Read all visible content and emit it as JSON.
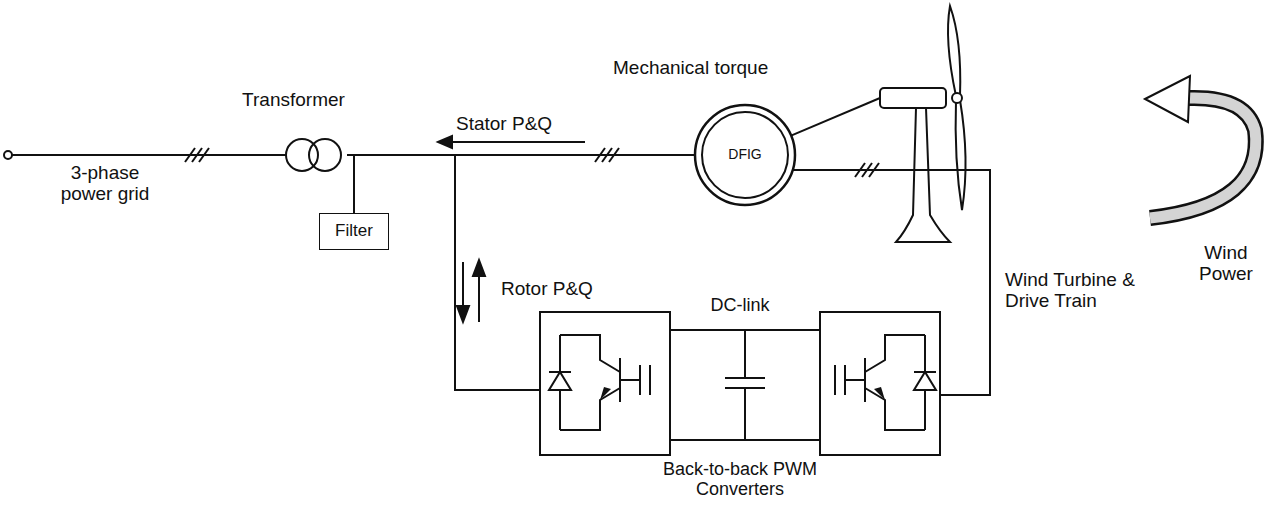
{
  "diagram": {
    "nodes": [
      {
        "text": [
          "Transformer"
        ]
      },
      {
        "text": [
          "Filter"
        ]
      },
      {
        "text": [
          "DFIG"
        ]
      },
      {
        "text": [
          "DC-link",
          "Back-to-back PWM Converters"
        ]
      },
      {
        "text": [
          "Wind Turbine & Drive Train"
        ]
      }
    ],
    "edges": [
      {
        "from": 2,
        "to": 0,
        "arrow": "none",
        "label": "Stator P&Q"
      },
      {
        "from": 0,
        "to": 1,
        "arrow": "none"
      },
      {
        "from": 3,
        "to": 0,
        "arrow": "none",
        "label": "Rotor P&Q"
      },
      {
        "from": 2,
        "to": 3,
        "arrow": "none"
      },
      {
        "from": 4,
        "to": 2,
        "arrow": "none",
        "label": "Mechanical torque"
      }
    ],
    "labels": [
      "3-phase power grid",
      "Wind Power"
    ]
  }
}
